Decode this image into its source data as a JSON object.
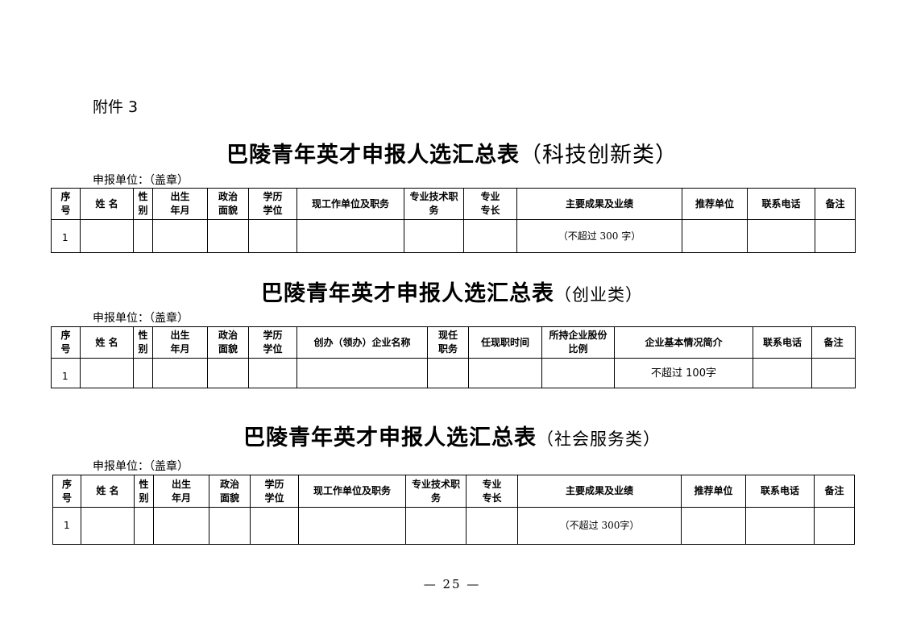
{
  "attachment_label": "附件 3",
  "unit_label": "申报单位：（盖章）",
  "page_number": "— 25 —",
  "tables": [
    {
      "title": "巴陵青年英才申报人选汇总表",
      "subtitle": "（科技创新类）",
      "headers": [
        "序号",
        "姓  名",
        "性别",
        "出生年月",
        "政治面貌",
        "学历学位",
        "现工作单位及职务",
        "专业技术职务",
        "专业专长",
        "主要成果及业绩",
        "推荐单位",
        "联系电话",
        "备注"
      ],
      "row": [
        "1",
        "",
        "",
        "",
        "",
        "",
        "",
        "",
        "",
        "（不超过 300 字）",
        "",
        "",
        ""
      ]
    },
    {
      "title": "巴陵青年英才申报人选汇总表",
      "subtitle": "（创业类）",
      "headers": [
        "序号",
        "姓  名",
        "性别",
        "出生年月",
        "政治面貌",
        "学历学位",
        "创办（领办）企业名称",
        "现任职务",
        "任现职时间",
        "所持企业股份比例",
        "企业基本情况简介",
        "联系电话",
        "备注"
      ],
      "row": [
        "1",
        "",
        "",
        "",
        "",
        "",
        "",
        "",
        "",
        "",
        "不超过 100字",
        "",
        ""
      ]
    },
    {
      "title": "巴陵青年英才申报人选汇总表",
      "subtitle": "（社会服务类）",
      "headers": [
        "序号",
        "姓  名",
        "性别",
        "出生年月",
        "政治面貌",
        "学历学位",
        "现工作单位及职务",
        "专业技术职务",
        "专业专长",
        "主要成果及业绩",
        "推荐单位",
        "联系电话",
        "备注"
      ],
      "row": [
        "1",
        "",
        "",
        "",
        "",
        "",
        "",
        "",
        "",
        "（不超过 300字）",
        "",
        "",
        ""
      ]
    }
  ]
}
